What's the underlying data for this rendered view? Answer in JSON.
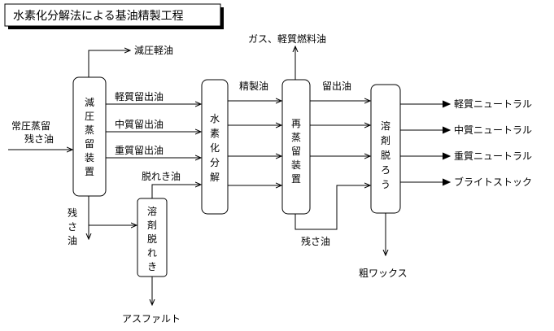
{
  "title": "水素化分解法による基油精製工程",
  "units": {
    "vacuum_distillation": [
      "減",
      "圧",
      "蒸",
      "留",
      "装",
      "置"
    ],
    "hydrocracking": [
      "水",
      "素",
      "化",
      "分",
      "解"
    ],
    "redistillation": [
      "再",
      "蒸",
      "留",
      "装",
      "置"
    ],
    "solvent_dewaxing": [
      "溶",
      "剤",
      "脱",
      "ろ",
      "う"
    ],
    "solvent_deasphalting": [
      "溶",
      "剤",
      "脱",
      "れ",
      "き"
    ]
  },
  "streams": {
    "feed_line1": "常圧蒸留",
    "feed_line2": "残さ油",
    "vacuum_gas_oil": "減圧軽油",
    "light_distillate": "軽質留出油",
    "medium_distillate": "中質留出油",
    "heavy_distillate": "重質留出油",
    "deasphalted_oil": "脱れき油",
    "residue_char1": "残",
    "residue_char2": "さ",
    "residue_char3": "油",
    "asphalt": "アスファルト",
    "refined_oil": "精製油",
    "gas_light_fuel": "ガス、軽質燃料油",
    "distillate_oil": "留出油",
    "redistillation_residue": "残さ油",
    "crude_wax": "粗ワックス"
  },
  "products": {
    "light_neutral": "軽質ニュートラル",
    "medium_neutral": "中質ニュートラル",
    "heavy_neutral": "重質ニュートラル",
    "bright_stock": "ブライトストック"
  }
}
